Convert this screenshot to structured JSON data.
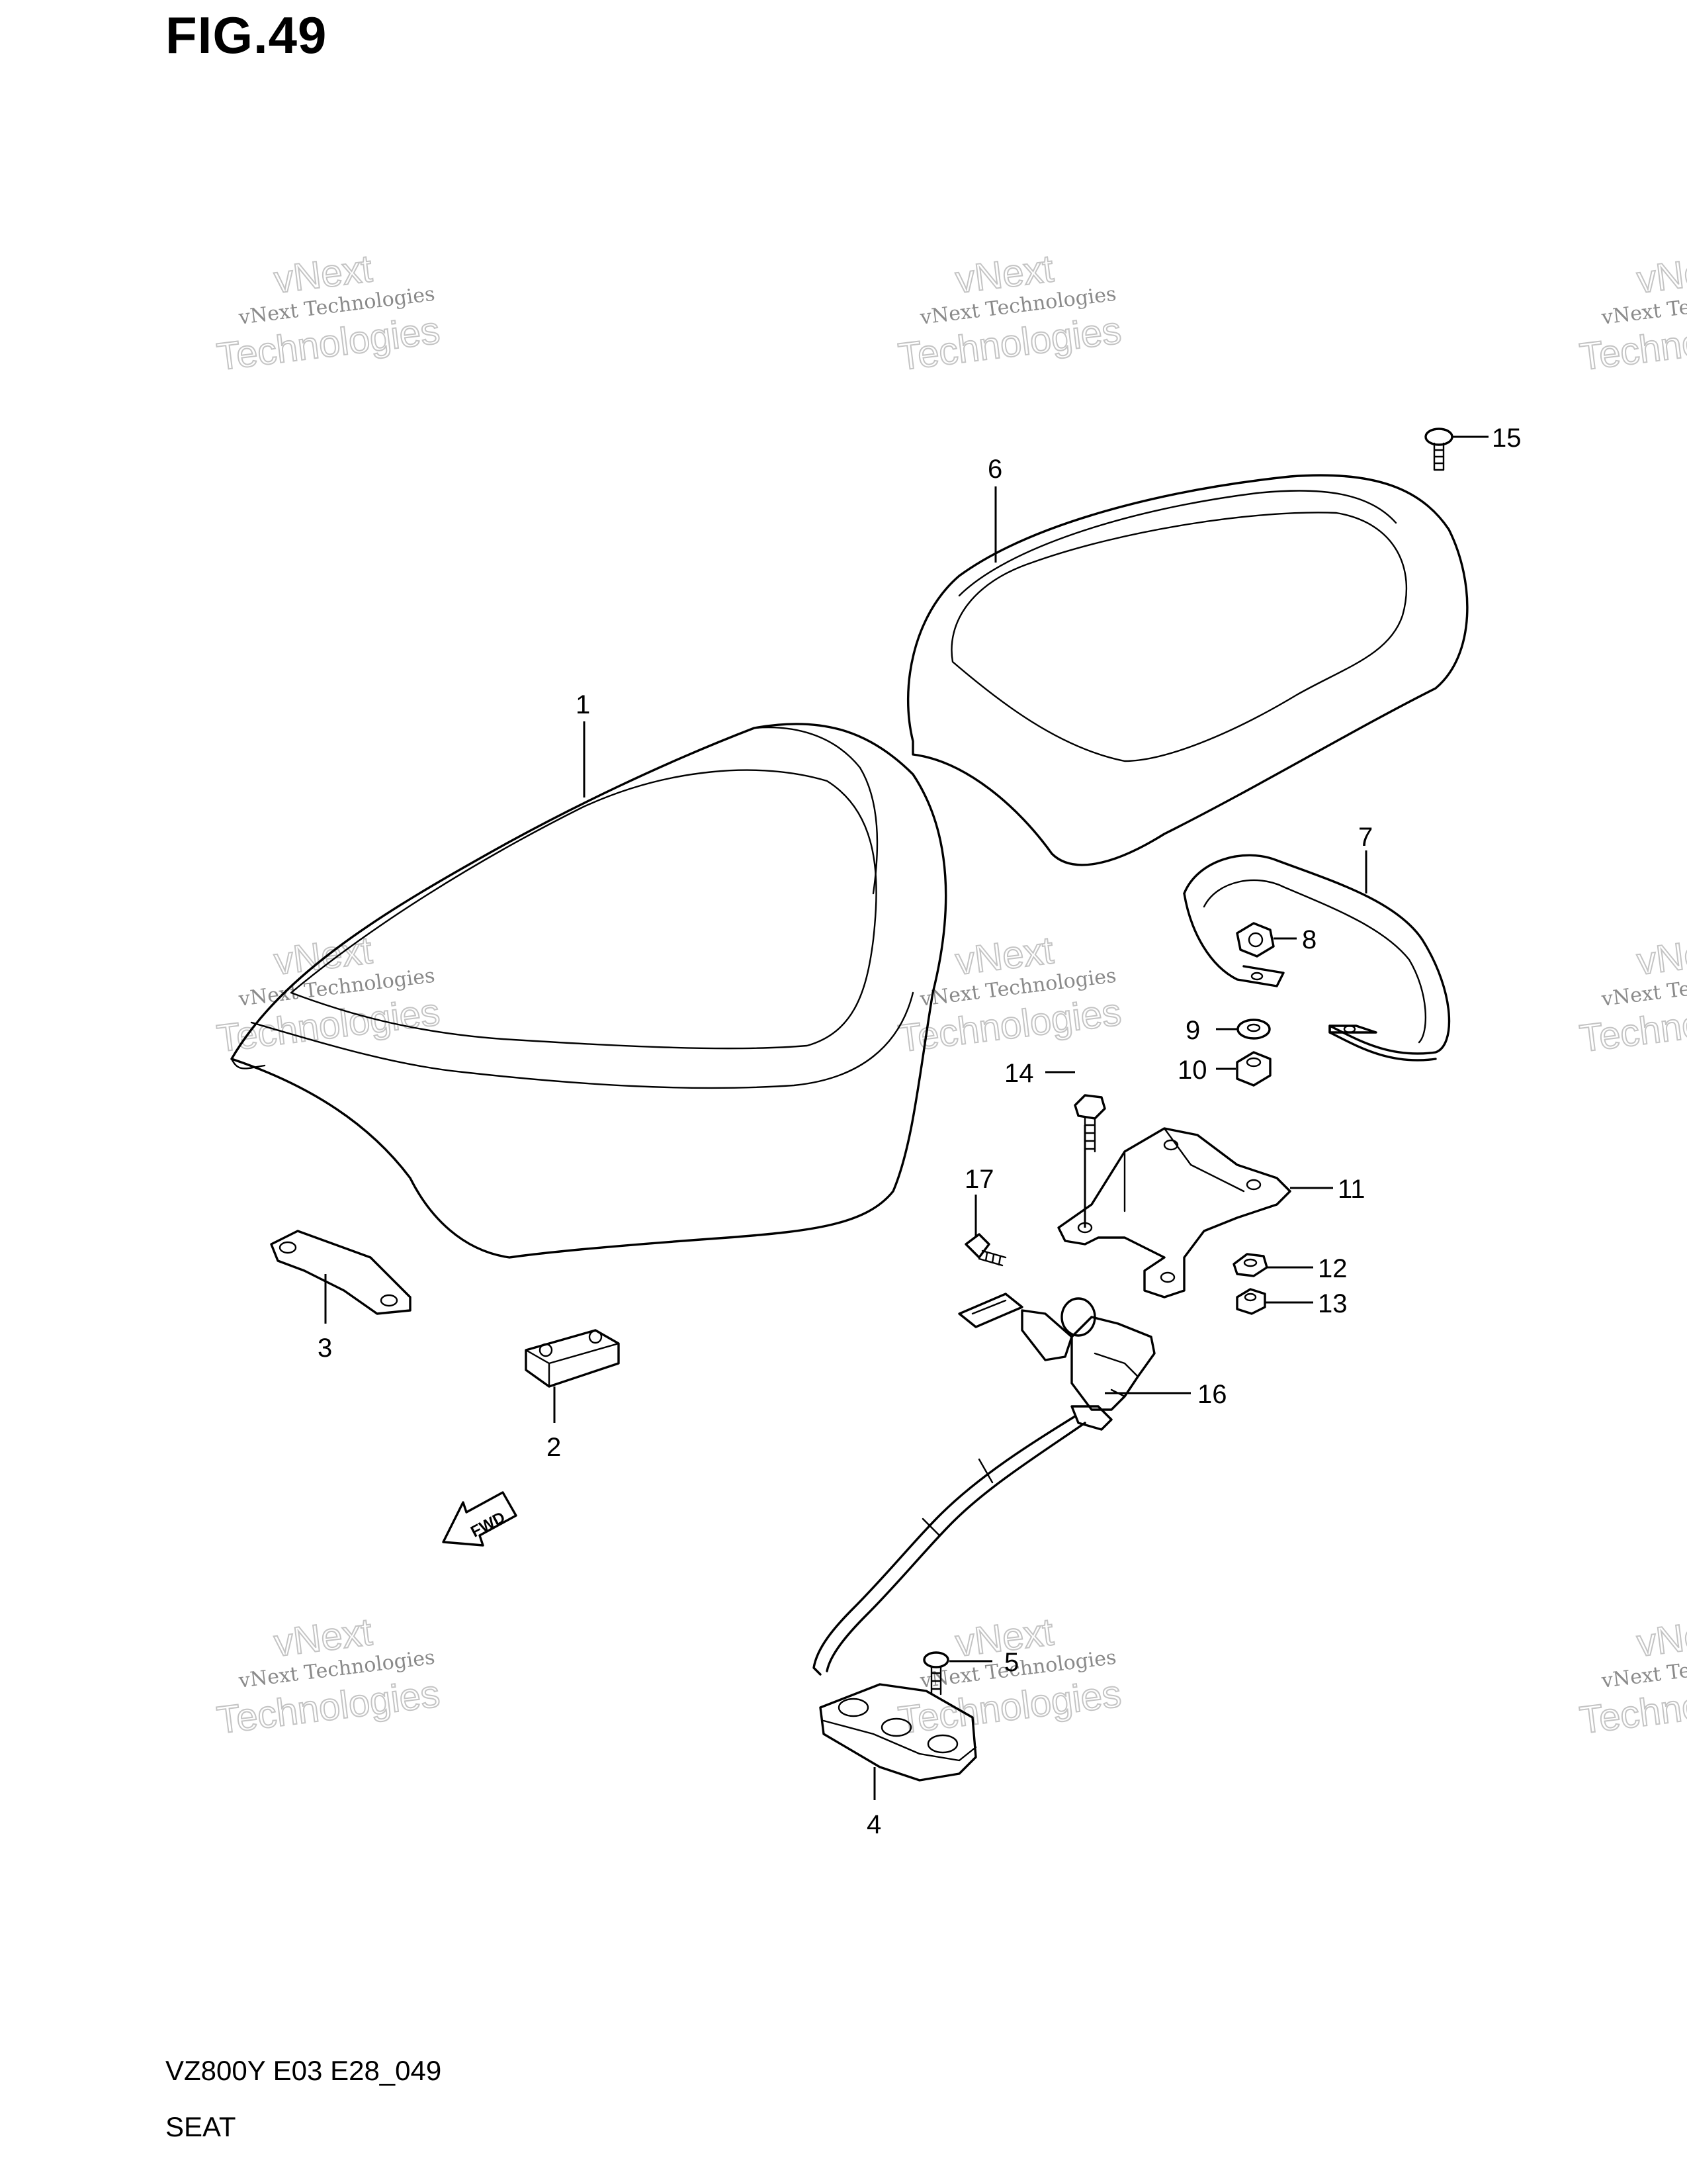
{
  "figure": {
    "title": "FIG.49",
    "model_code": "VZ800Y E03 E28_049",
    "name": "SEAT"
  },
  "fwd_label": "FWD",
  "watermark": {
    "line1": "vNext",
    "line2": "vNext Technologies",
    "line3": "Technologies"
  },
  "callouts": [
    {
      "id": "1"
    },
    {
      "id": "2"
    },
    {
      "id": "3"
    },
    {
      "id": "4"
    },
    {
      "id": "5"
    },
    {
      "id": "6"
    },
    {
      "id": "7"
    },
    {
      "id": "8"
    },
    {
      "id": "9"
    },
    {
      "id": "10"
    },
    {
      "id": "11"
    },
    {
      "id": "12"
    },
    {
      "id": "13"
    },
    {
      "id": "14"
    },
    {
      "id": "15"
    },
    {
      "id": "16"
    },
    {
      "id": "17"
    }
  ]
}
